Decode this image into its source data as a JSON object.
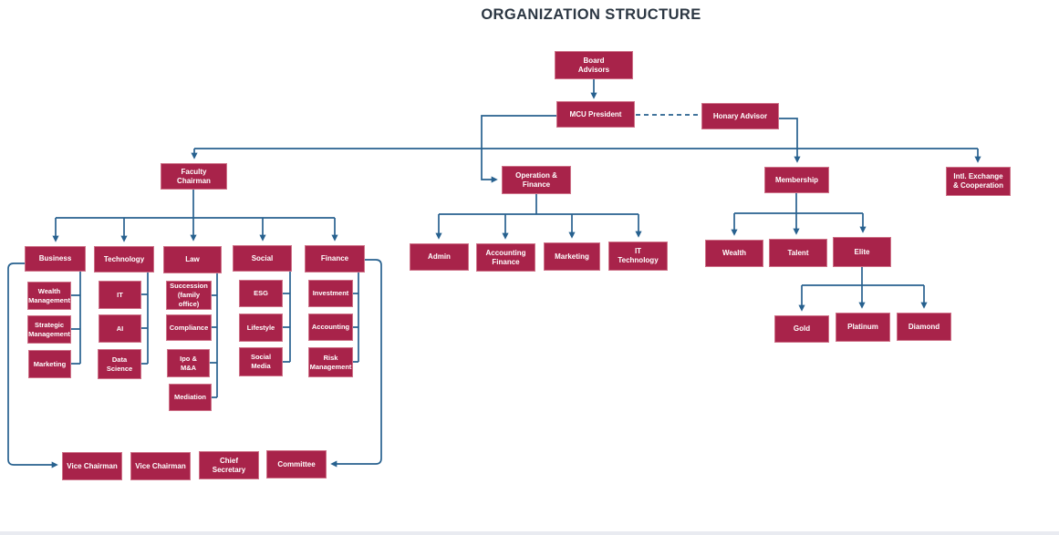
{
  "title": "ORGANIZATION STRUCTURE",
  "colors": {
    "node_fill": "#a8234a",
    "node_border": "#ce7288",
    "connector": "#27618f",
    "title_text": "#2c3743"
  },
  "org": {
    "board_advisors": "Board Advisors",
    "president": "MCU President",
    "honary_advisor": "Honary Advisor",
    "intl_exchange": "Intl. Exchange & Cooperation",
    "faculty_chairman": {
      "label": "Faculty Chairman",
      "departments": {
        "business": {
          "label": "Business",
          "items": [
            "Wealth Management",
            "Strategic Management",
            "Marketing"
          ]
        },
        "technology": {
          "label": "Technology",
          "items": [
            "IT",
            "AI",
            "Data Science"
          ]
        },
        "law": {
          "label": "Law",
          "items": [
            "Succession (family office)",
            "Compliance",
            "Ipo & M&A",
            "Mediation"
          ]
        },
        "social": {
          "label": "Social",
          "items": [
            "ESG",
            "Lifestyle",
            "Social Media"
          ]
        },
        "finance": {
          "label": "Finance",
          "items": [
            "Investment",
            "Accounting",
            "Risk Management"
          ]
        }
      },
      "officers": [
        "Vice Chairman",
        "Vice Chairman",
        "Chief Secretary",
        "Committee"
      ]
    },
    "operation_finance": {
      "label": "Operation & Finance",
      "items": [
        "Admin",
        "Accounting Finance",
        "Marketing",
        "IT Technology"
      ]
    },
    "membership": {
      "label": "Membership",
      "tiers": [
        "Wealth",
        "Talent",
        "Elite"
      ],
      "elite_levels": [
        "Gold",
        "Platinum",
        "Diamond"
      ]
    }
  }
}
